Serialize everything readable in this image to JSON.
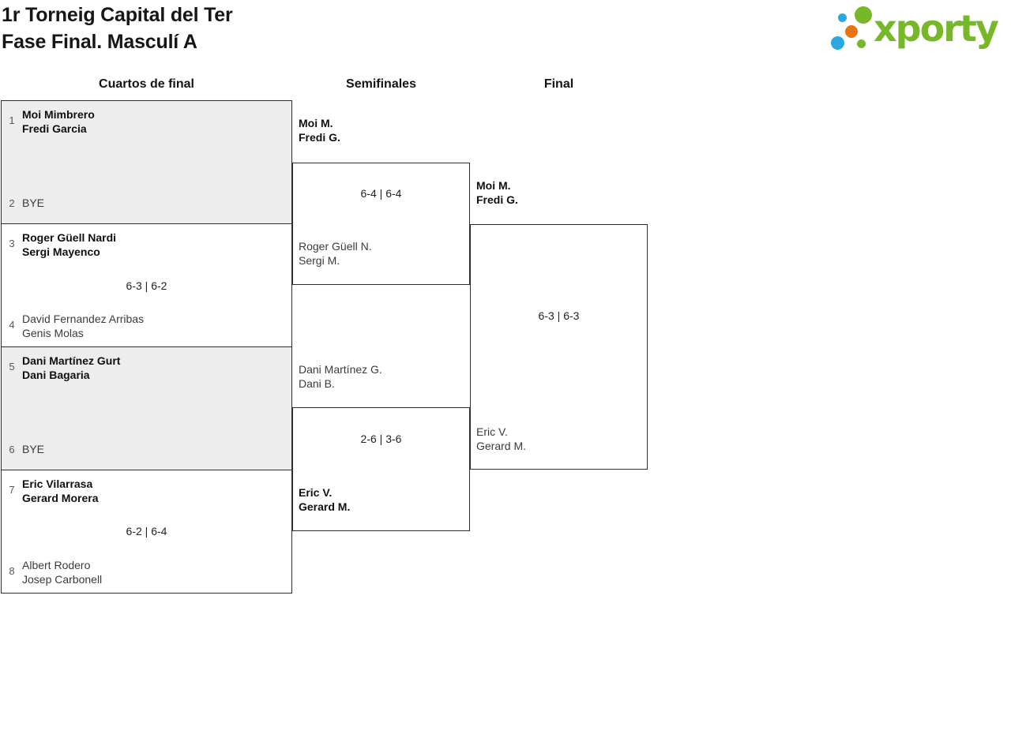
{
  "header": {
    "title_line1": "1r Torneig Capital del Ter",
    "title_line2": "Fase Final. Masculí A"
  },
  "logo": {
    "text": "xporty",
    "brand_green": "#77b82b",
    "brand_blue": "#2aa9e0",
    "brand_orange": "#e87511"
  },
  "rounds": [
    "Cuartos de final",
    "Semifinales",
    "Final"
  ],
  "colors": {
    "bye_box_background": "#ededed",
    "box_border": "#2e2e2e"
  },
  "quarterfinals": [
    {
      "seed_top": "1",
      "team_top_line1": "Moi Mimbrero",
      "team_top_line2": "Fredi Garcia",
      "score": "",
      "seed_bottom": "2",
      "team_bottom_line1": "BYE",
      "team_bottom_line2": "",
      "winner": "top",
      "bye": true
    },
    {
      "seed_top": "3",
      "team_top_line1": "Roger Güell Nardi",
      "team_top_line2": "Sergi Mayenco",
      "score": "6-3 | 6-2",
      "seed_bottom": "4",
      "team_bottom_line1": "David Fernandez Arribas",
      "team_bottom_line2": "Genis Molas",
      "winner": "top",
      "bye": false
    },
    {
      "seed_top": "5",
      "team_top_line1": "Dani Martínez Gurt",
      "team_top_line2": "Dani Bagaria",
      "score": "",
      "seed_bottom": "6",
      "team_bottom_line1": "BYE",
      "team_bottom_line2": "",
      "winner": "top",
      "bye": true
    },
    {
      "seed_top": "7",
      "team_top_line1": "Eric Vilarrasa",
      "team_top_line2": "Gerard Morera",
      "score": "6-2 | 6-4",
      "seed_bottom": "8",
      "team_bottom_line1": "Albert Rodero",
      "team_bottom_line2": "Josep Carbonell",
      "winner": "top",
      "bye": false
    }
  ],
  "semifinals": [
    {
      "team_top_line1": "Moi M.",
      "team_top_line2": "Fredi G.",
      "score": "6-4 | 6-4",
      "team_bottom_line1": "Roger Güell N.",
      "team_bottom_line2": "Sergi M.",
      "winner": "top"
    },
    {
      "team_top_line1": "Dani Martínez G.",
      "team_top_line2": "Dani B.",
      "score": "2-6 | 3-6",
      "team_bottom_line1": "Eric V.",
      "team_bottom_line2": "Gerard M.",
      "winner": "bottom"
    }
  ],
  "final": {
    "team_top_line1": "Moi M.",
    "team_top_line2": "Fredi G.",
    "score": "6-3 | 6-3",
    "team_bottom_line1": "Eric V.",
    "team_bottom_line2": "Gerard M.",
    "winner": "top"
  }
}
